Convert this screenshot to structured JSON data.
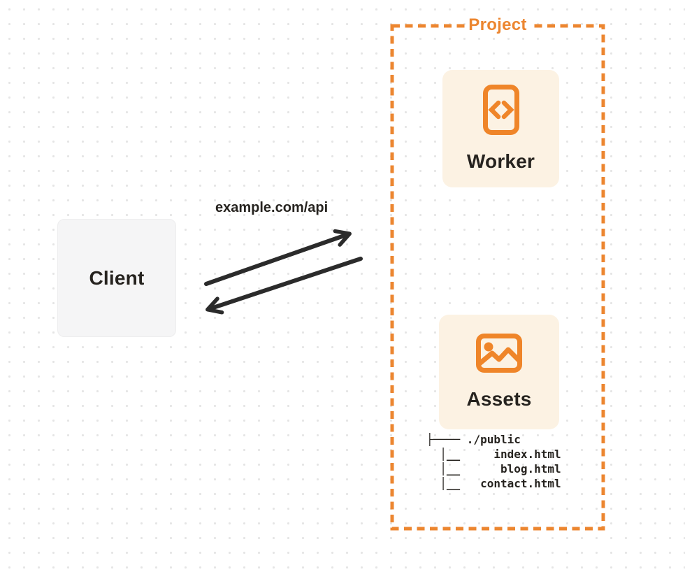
{
  "colors": {
    "accent_orange": "#ec8630",
    "card_cream": "#fcf2e3",
    "client_gray": "#f5f5f6",
    "arrow_dark": "#2b2b2b",
    "text_dark": "#26231f",
    "dot_grid": "#e5e5e5"
  },
  "project": {
    "label": "Project",
    "worker": {
      "label": "Worker",
      "icon": "code-document-icon"
    },
    "assets": {
      "label": "Assets",
      "icon": "image-icon"
    },
    "file_tree": {
      "lines": {
        "0": "├──── ./public",
        "1": "  │__     index.html",
        "2": "  │__      blog.html",
        "3": "  │__   contact.html"
      }
    }
  },
  "client": {
    "label": "Client"
  },
  "connection": {
    "label": "example.com/api"
  }
}
